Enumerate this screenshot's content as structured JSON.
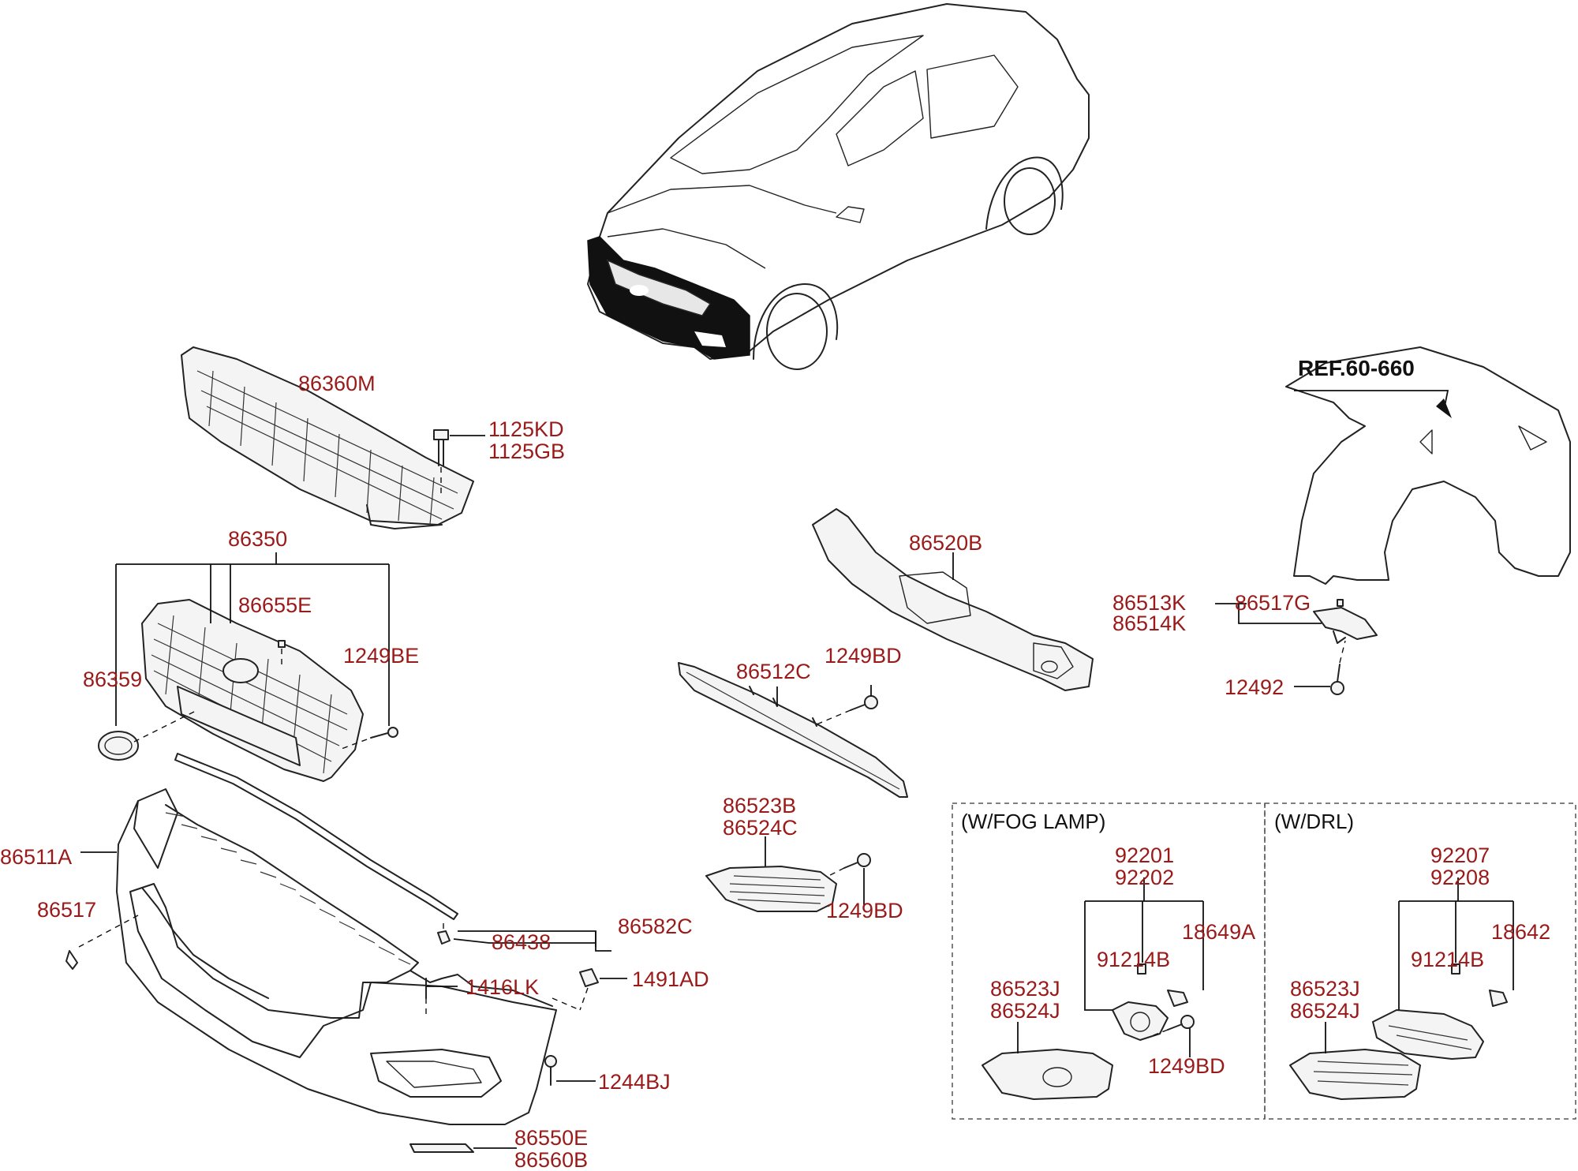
{
  "labels": {
    "p86360M": "86360M",
    "p1125KD": "1125KD",
    "p1125GB": "1125GB",
    "p86350": "86350",
    "p86655E": "86655E",
    "p1249BE": "1249BE",
    "p86359": "86359",
    "p86511A": "86511A",
    "p86517": "86517",
    "p86438": "86438",
    "p86582C": "86582C",
    "p1416LK": "1416LK",
    "p1491AD": "1491AD",
    "p1244BJ": "1244BJ",
    "p86550E": "86550E",
    "p86560B": "86560B",
    "p86520B": "86520B",
    "p86512C": "86512C",
    "p1249BD_a": "1249BD",
    "p86523B": "86523B",
    "p86524C": "86524C",
    "p1249BD_b": "1249BD",
    "ref": "REF.60-660",
    "p86513K": "86513K",
    "p86514K": "86514K",
    "p86517G": "86517G",
    "p12492": "12492",
    "fog_title": "(W/FOG LAMP)",
    "drl_title": "(W/DRL)",
    "p92201": "92201",
    "p92202": "92202",
    "p18649A": "18649A",
    "p91214B_a": "91214B",
    "p86523J_a": "86523J",
    "p86524J_a": "86524J",
    "p1249BD_c": "1249BD",
    "p92207": "92207",
    "p92208": "92208",
    "p18642": "18642",
    "p91214B_b": "91214B",
    "p86523J_b": "86523J",
    "p86524J_b": "86524J"
  },
  "colors": {
    "label": "#9a1a1a",
    "line": "#222222"
  }
}
